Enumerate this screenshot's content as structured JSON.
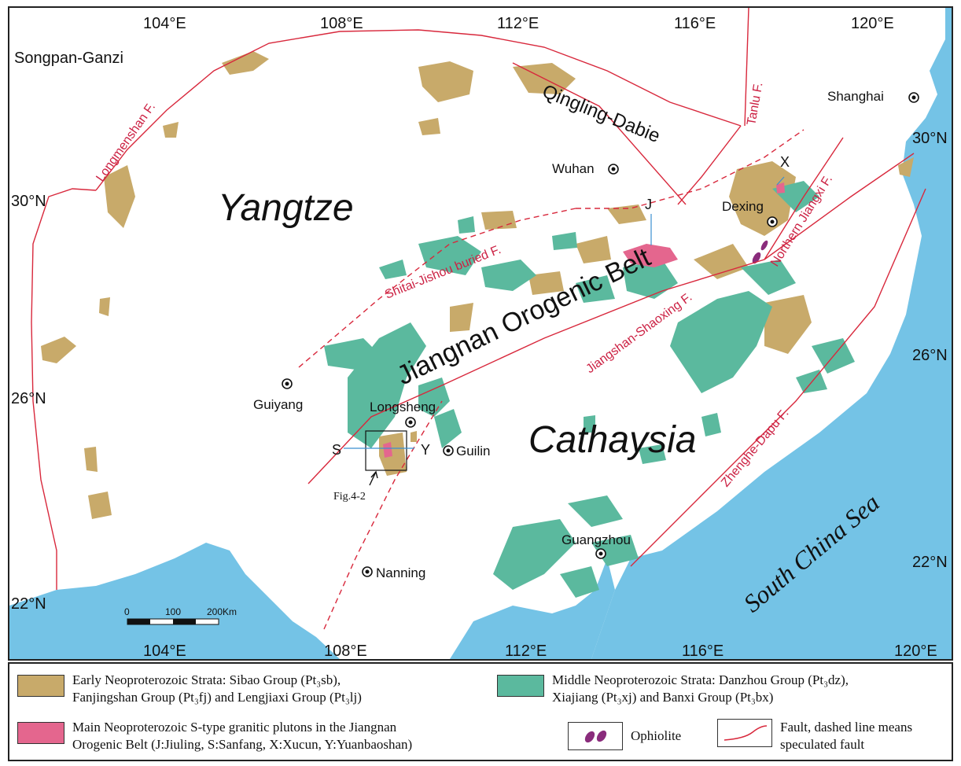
{
  "colors": {
    "sea": "#74c3e6",
    "early_strata": "#c8aa6a",
    "middle_strata": "#5bb99e",
    "granite": "#e4668e",
    "ophiolite": "#8a2c7c",
    "fault": "#d8283c",
    "fault_label": "#cc2244"
  },
  "axes": {
    "top_lon": [
      "104°E",
      "108°E",
      "112°E",
      "116°E",
      "120°E"
    ],
    "bottom_lon": [
      "104°E",
      "108°E",
      "112°E",
      "116°E",
      "120°E"
    ],
    "left_lat": [
      "30°N",
      "26°N",
      "22°N"
    ],
    "right_lat": [
      "30°N",
      "26°N",
      "22°N"
    ]
  },
  "regions": {
    "yangtze": "Yangtze",
    "cathaysia": "Cathaysia",
    "songpan": "Songpan-Ganzi",
    "qingling": "Qingling-Dabie",
    "belt": "Jiangnan Orogenic Belt",
    "sea": "South China Sea"
  },
  "cities": {
    "shanghai": "Shanghai",
    "wuhan": "Wuhan",
    "dexing": "Dexing",
    "guiyang": "Guiyang",
    "longsheng": "Longsheng",
    "guilin": "Guilin",
    "guangzhou": "Guangzhou",
    "nanning": "Nanning"
  },
  "faults": {
    "longmenshan": "Longmenshan F.",
    "tanlu": "Tanlu F.",
    "northern_jiangxi": "Northern Jiangxi F.",
    "shitai": "Shitai-Jishou buried F.",
    "jiangshan": "Jiangshan-Shaoxing F.",
    "zhenghe": "Zhenghe-Dapu F."
  },
  "markers": {
    "j": "J",
    "x": "X",
    "s": "S",
    "y": "Y",
    "fig": "Fig.4-2"
  },
  "scale_bar": {
    "t0": "0",
    "t1": "100",
    "t2": "200Km"
  },
  "legend": {
    "early": [
      "Early  Neoproterozoic Strata: Sibao Group (Pt₃sb),",
      "Fanjingshan Group (Pt₃fj) and Lengjiaxi Group (Pt₃lj)"
    ],
    "middle": [
      "Middle  Neoproterozoic Strata: Danzhou Group (Pt₃dz),",
      "Xiajiang (Pt₃xj) and Banxi Group (Pt₃bx)"
    ],
    "granite": [
      "Main Neoproterozoic S-type granitic plutons in the Jiangnan",
      "Orogenic Belt (J:Jiuling, S:Sanfang, X:Xucun, Y:Yuanbaoshan)"
    ],
    "ophiolite": "Ophiolite",
    "fault": [
      "Fault, dashed line means",
      "speculated fault"
    ]
  }
}
